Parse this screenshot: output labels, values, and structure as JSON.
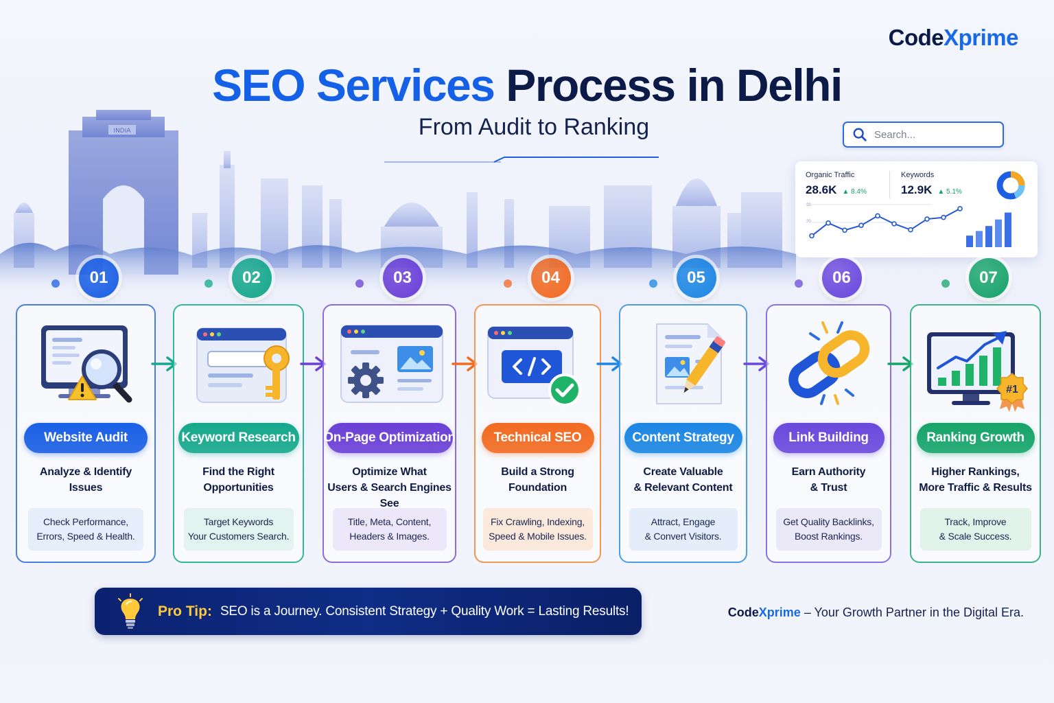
{
  "brand": {
    "code": "Code",
    "xprime": "Xprime"
  },
  "title": {
    "part1": "SEO Services",
    "part2": "Process in Delhi"
  },
  "subtitle": "From Audit to Ranking",
  "skyline": {
    "gate_label": "INDIA"
  },
  "search": {
    "placeholder": "Search..."
  },
  "dashboard": {
    "organic": {
      "label": "Organic Traffic",
      "value": "28.6K",
      "change": "▲ 8.4%"
    },
    "keywords": {
      "label": "Keywords",
      "value": "12.9K",
      "change": "▲ 5.1%"
    },
    "axis_ticks": [
      "30",
      "20"
    ],
    "line_values": [
      0.2,
      0.52,
      0.34,
      0.46,
      0.7,
      0.5,
      0.35,
      0.62,
      0.66,
      0.88
    ],
    "bar_values": [
      0.3,
      0.42,
      0.55,
      0.72,
      0.9
    ]
  },
  "steps": [
    {
      "num": "01",
      "pill": "Website Audit",
      "title1": "Analyze & Identify",
      "title2": "Issues",
      "desc1": "Check Performance,",
      "desc2": "Errors, Speed & Health.",
      "color": "#1a5fe5",
      "border": "#4a7ee0",
      "desc_bg": "#e6edfb",
      "icon": "audit-icon"
    },
    {
      "num": "02",
      "pill": "Keyword Research",
      "title1": "Find the Right",
      "title2": "Opportunities",
      "desc1": "Target Keywords",
      "desc2": "Your Customers Search.",
      "color": "#15a88c",
      "border": "#33b79c",
      "desc_bg": "#e3f3ef",
      "icon": "keyword-icon"
    },
    {
      "num": "03",
      "pill": "On-Page Optimization",
      "title1": "Optimize What",
      "title2": "Users & Search Engines See",
      "desc1": "Title, Meta, Content,",
      "desc2": "Headers & Images.",
      "color": "#6a3fd6",
      "border": "#8a6cdb",
      "desc_bg": "#ece8f9",
      "icon": "onpage-icon"
    },
    {
      "num": "04",
      "pill": "Technical SEO",
      "title1": "Build a Strong",
      "title2": "Foundation",
      "desc1": "Fix Crawling, Indexing,",
      "desc2": "Speed & Mobile Issues.",
      "color": "#f26a21",
      "border": "#f29650",
      "desc_bg": "#fbeadb",
      "icon": "code-icon"
    },
    {
      "num": "05",
      "pill": "Content Strategy",
      "title1": "Create Valuable",
      "title2": "& Relevant Content",
      "desc1": "Attract, Engage",
      "desc2": "& Convert Visitors.",
      "color": "#1b86e3",
      "border": "#4c9de2",
      "desc_bg": "#e3eefa",
      "icon": "content-icon"
    },
    {
      "num": "06",
      "pill": "Link Building",
      "title1": "Earn Authority",
      "title2": "& Trust",
      "desc1": "Get Quality Backlinks,",
      "desc2": "Boost Rankings.",
      "color": "#6a48dc",
      "border": "#8a73de",
      "desc_bg": "#ebe8f8",
      "icon": "link-icon"
    },
    {
      "num": "07",
      "pill": "Ranking Growth",
      "title1": "Higher Rankings,",
      "title2": "More Traffic & Results",
      "desc1": "Track, Improve",
      "desc2": "& Scale Success.",
      "color": "#16a46a",
      "border": "#3bb584",
      "desc_bg": "#e2f3ea",
      "icon": "growth-icon",
      "medal": "#1"
    }
  ],
  "tip": {
    "label": "Pro Tip:",
    "text": "SEO is a Journey. Consistent Strategy + Quality Work = Lasting Results!"
  },
  "footer": {
    "code": "Code",
    "xprime": "Xprime",
    "tagline": " – Your Growth Partner in the Digital Era."
  }
}
